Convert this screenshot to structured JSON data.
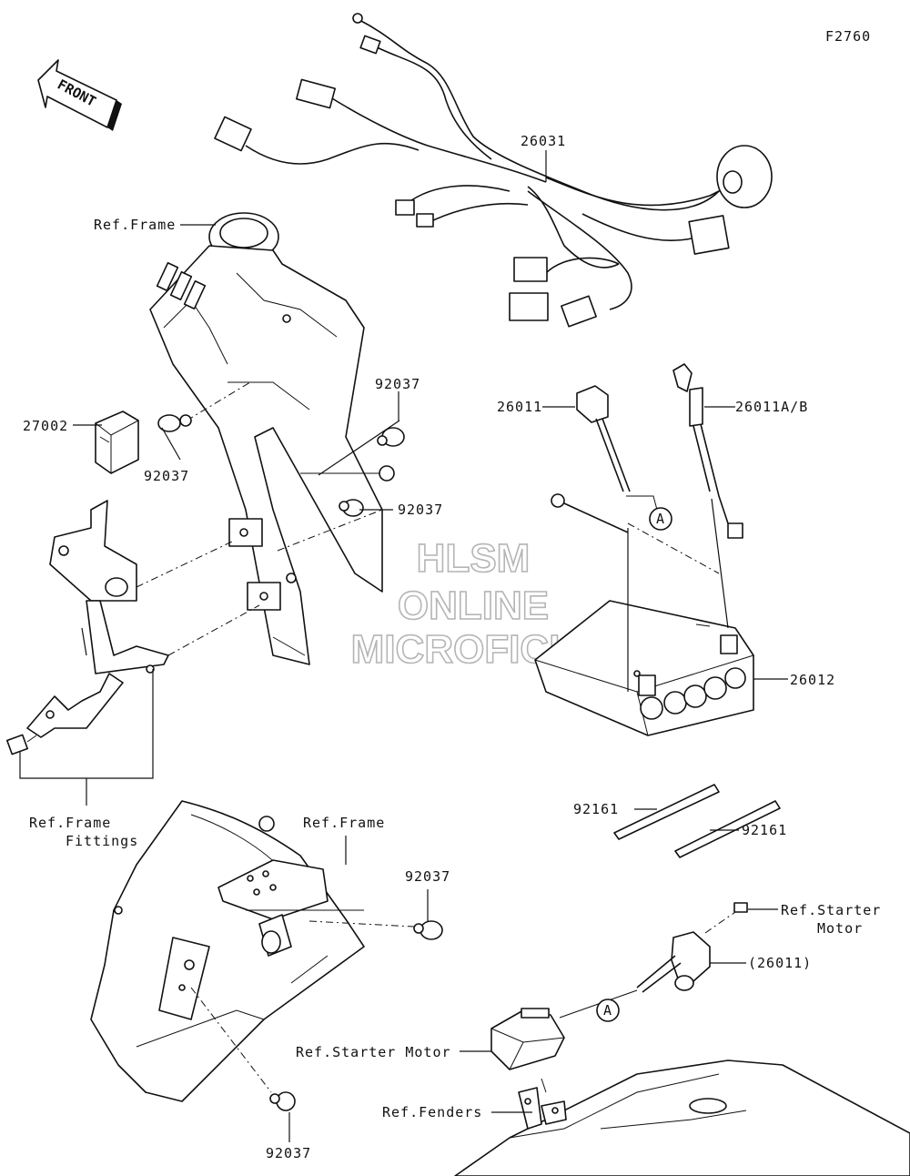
{
  "figure_id": "F2760",
  "front_label": "FRONT",
  "watermark": [
    "HLSM",
    "ONLINE",
    "MICROFICHE"
  ],
  "callout_A": "A",
  "labels": {
    "harness": "26031",
    "ref_frame_top": "Ref.Frame",
    "clamp_1": "92037",
    "clamp_2": "92037",
    "clamp_3": "92037",
    "relay": "27002",
    "cable_pos": "26011",
    "cable_neg": "26011A/B",
    "battery": "26012",
    "band_1": "92161",
    "band_2": "92161",
    "frame_fittings_1": "Ref.Frame",
    "frame_fittings_2": "Fittings",
    "ref_frame_bottom": "Ref.Frame",
    "clamp_4": "92037",
    "clamp_5": "92037",
    "starter_motor_right_1": "Ref.Starter",
    "starter_motor_right_2": "Motor",
    "cable_ref": "(26011)",
    "starter_motor_left": "Ref.Starter Motor",
    "fenders": "Ref.Fenders"
  }
}
